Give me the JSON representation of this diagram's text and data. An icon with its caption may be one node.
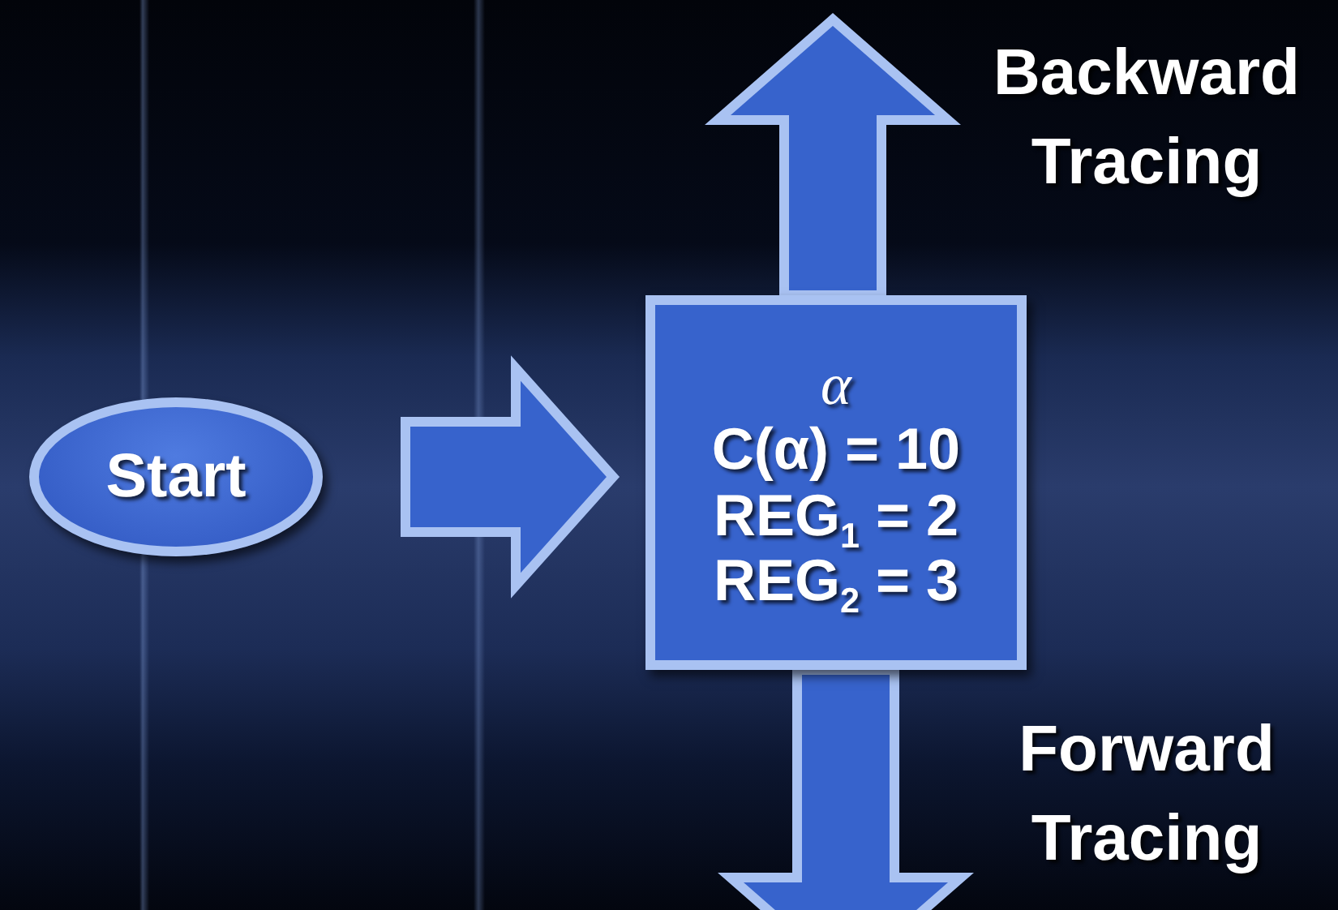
{
  "diagram": {
    "nodes": [
      {
        "text": [
          "Start"
        ]
      },
      {
        "text": [
          "α",
          "C(α) = 10",
          "REG$_{1}$ = 2",
          "REG$_{2}$ = 3"
        ]
      }
    ],
    "edges": [
      {
        "from": 0,
        "to": 1,
        "arrow": "to"
      },
      {
        "from": 1,
        "to": null,
        "arrow": "to",
        "label": "Backward Tracing"
      },
      {
        "from": 1,
        "to": null,
        "arrow": "to",
        "label": "Forward Tracing"
      }
    ]
  }
}
